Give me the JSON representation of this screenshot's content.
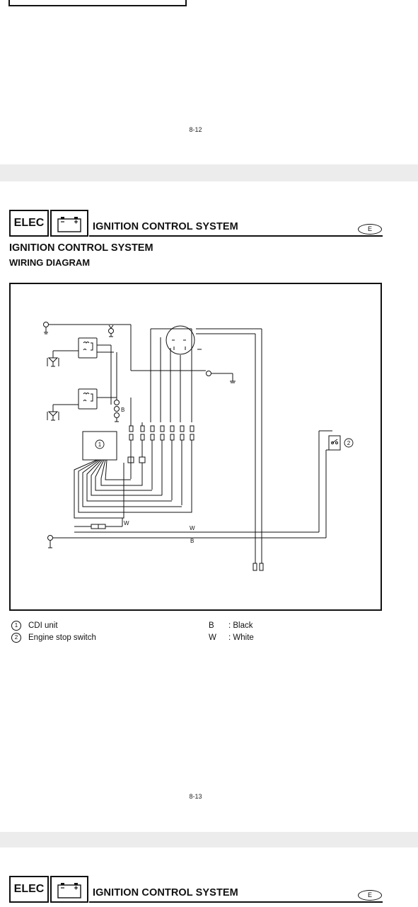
{
  "page_prev": {
    "number": "8-12"
  },
  "page_main": {
    "header": {
      "section": "ELEC",
      "title": "IGNITION CONTROL SYSTEM",
      "lang_badge": "E",
      "battery_icon": "battery-icon"
    },
    "heading": "IGNITION CONTROL SYSTEM",
    "subheading": "WIRING DIAGRAM",
    "diagram": {
      "callouts": {
        "cdi": "1",
        "switch": "2"
      },
      "wire_labels": {
        "b1": "B",
        "w1": "W",
        "w2": "W",
        "b2": "B"
      }
    },
    "legend_parts": [
      {
        "num": "1",
        "label": "CDI unit"
      },
      {
        "num": "2",
        "label": "Engine stop switch"
      }
    ],
    "legend_colors": [
      {
        "code": "B",
        "label": ": Black"
      },
      {
        "code": "W",
        "label": ": White"
      }
    ],
    "page_number": "8-13"
  },
  "page_next": {
    "header": {
      "section": "ELEC",
      "title": "IGNITION CONTROL SYSTEM",
      "lang_badge": "E"
    }
  }
}
